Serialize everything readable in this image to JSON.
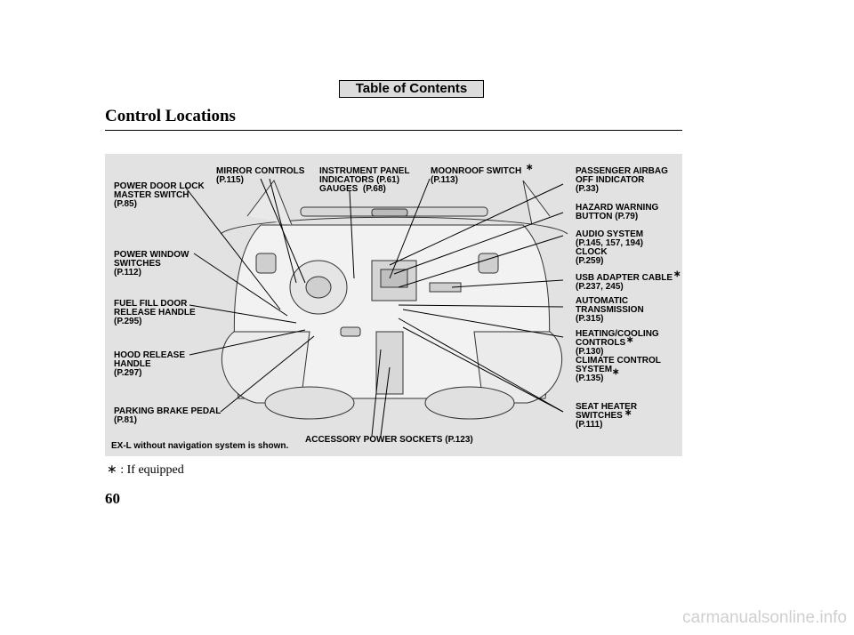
{
  "header": {
    "toc_button": "Table of Contents",
    "title": "Control Locations"
  },
  "labels": {
    "power_door_lock": "POWER DOOR LOCK\nMASTER SWITCH\n(P.85)",
    "power_window": "POWER WINDOW\nSWITCHES\n(P.112)",
    "fuel_fill": "FUEL FILL DOOR\nRELEASE HANDLE\n(P.295)",
    "hood_release": "HOOD RELEASE\nHANDLE\n(P.297)",
    "parking_brake": "PARKING BRAKE PEDAL\n(P.81)",
    "mirror_controls": "MIRROR CONTROLS\n(P.115)",
    "instrument_panel": "INSTRUMENT PANEL\nINDICATORS (P.61)\nGAUGES  (P.68)",
    "moonroof": "MOONROOF SWITCH\n(P.113)",
    "airbag": "PASSENGER AIRBAG\nOFF INDICATOR\n(P.33)",
    "hazard": "HAZARD WARNING\nBUTTON (P.79)",
    "audio": "AUDIO SYSTEM\n(P.145, 157, 194)\nCLOCK\n(P.259)",
    "usb": "USB ADAPTER CABLE\n(P.237, 245)",
    "transmission": "AUTOMATIC\nTRANSMISSION\n(P.315)",
    "heating": "HEATING/COOLING\nCONTROLS\n(P.130)\nCLIMATE CONTROL\nSYSTEM\n(P.135)",
    "seat_heater": "SEAT HEATER\nSWITCHES\n(P.111)",
    "accessory": "ACCESSORY POWER SOCKETS (P.123)",
    "caption": "EX-L without navigation system is shown."
  },
  "asterisk": "∗",
  "footnote": {
    "mark": "∗ :",
    "text": "If equipped"
  },
  "page_number": "60",
  "watermark": "carmanualsonline.info"
}
